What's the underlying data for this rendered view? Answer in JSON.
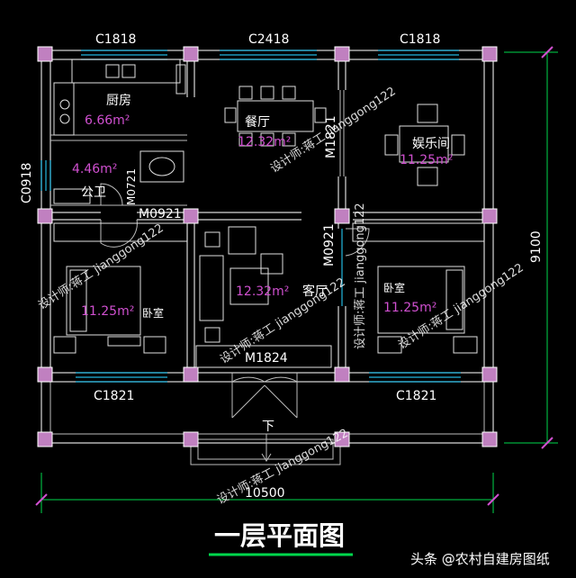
{
  "colors": {
    "background": "#000000",
    "wall": "#d8d8d8",
    "window": "#22b7e0",
    "column": "#c080c0",
    "area_text": "#d050d0",
    "dimension": "#00d84c",
    "title_underline": "#00d84c"
  },
  "plan": {
    "title": "一层平面图",
    "overall_width": "10500",
    "overall_depth": "9100",
    "windows": {
      "top_left": "C1818",
      "top_middle": "C2418",
      "top_right": "C1818",
      "left_side": "C0918",
      "bottom_left": "C1821",
      "bottom_right": "C1821"
    },
    "doors": {
      "bathroom": "M0721",
      "bedroom_left": "M0921",
      "bedroom_right": "M0921",
      "dining": "M1821",
      "entrance": "M1824"
    },
    "stair_mark": "下",
    "rooms": {
      "kitchen": {
        "name": "厨房",
        "area": "6.66m²"
      },
      "dining": {
        "name": "餐厅",
        "area": "12.32m²"
      },
      "recreation": {
        "name": "娱乐间",
        "area": "11.25m²"
      },
      "bathroom": {
        "name": "公卫",
        "area": "4.46m²"
      },
      "bedroom_left": {
        "name": "卧室",
        "area": "11.25m²"
      },
      "living": {
        "name": "客厅",
        "area": "12.32m²"
      },
      "bedroom_right": {
        "name": "卧室",
        "area": "11.25m²"
      }
    },
    "watermarks": [
      "设计师:蒋工 jianggong122",
      "设计师:蒋工 jianggong122",
      "设计师:蒋工 jianggong122",
      "设计师:蒋工 jianggong122",
      "设计师:蒋工 jianggong122",
      "设计师:蒋工 jianggong122"
    ]
  },
  "credit": "头条 @农村自建房图纸"
}
